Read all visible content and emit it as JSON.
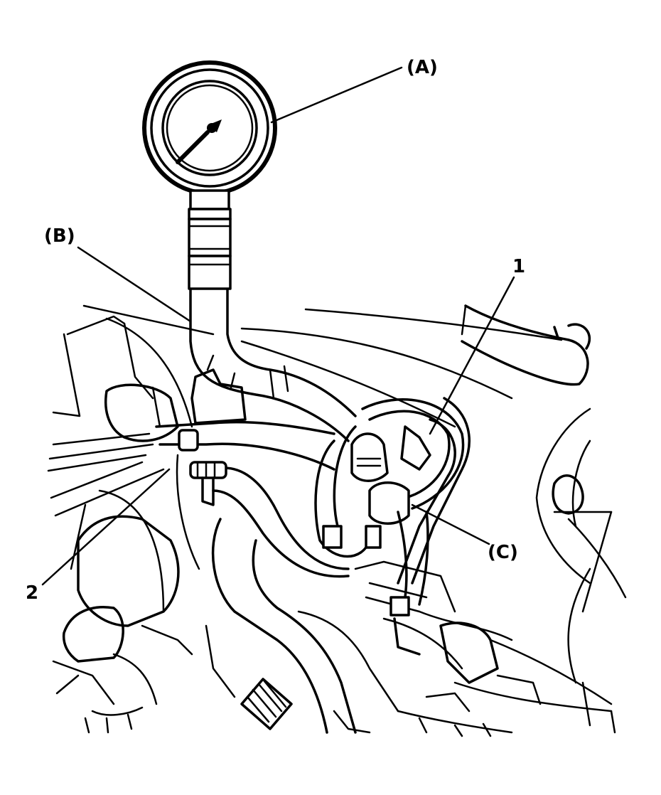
{
  "callouts": {
    "a": "(A)",
    "b": "(B)",
    "c": "(C)",
    "one": "1",
    "two": "2"
  }
}
